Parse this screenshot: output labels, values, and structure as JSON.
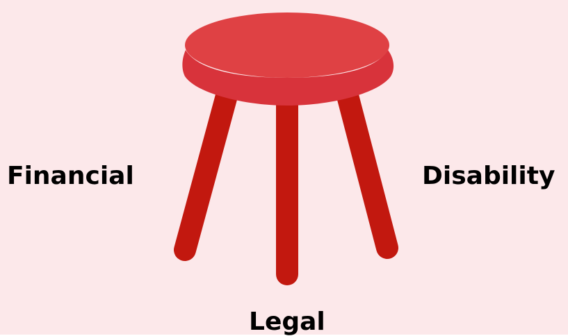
{
  "colors": {
    "background": "#FCE8EA",
    "seat_top": "#DF4144",
    "seat_edge": "#D8333B",
    "legs": "#C2180F",
    "text": "#000000"
  },
  "stool": {
    "icon": "three-legged-stool-icon"
  },
  "labels": {
    "left": "Financial",
    "right": "Disability",
    "bottom": "Legal"
  }
}
